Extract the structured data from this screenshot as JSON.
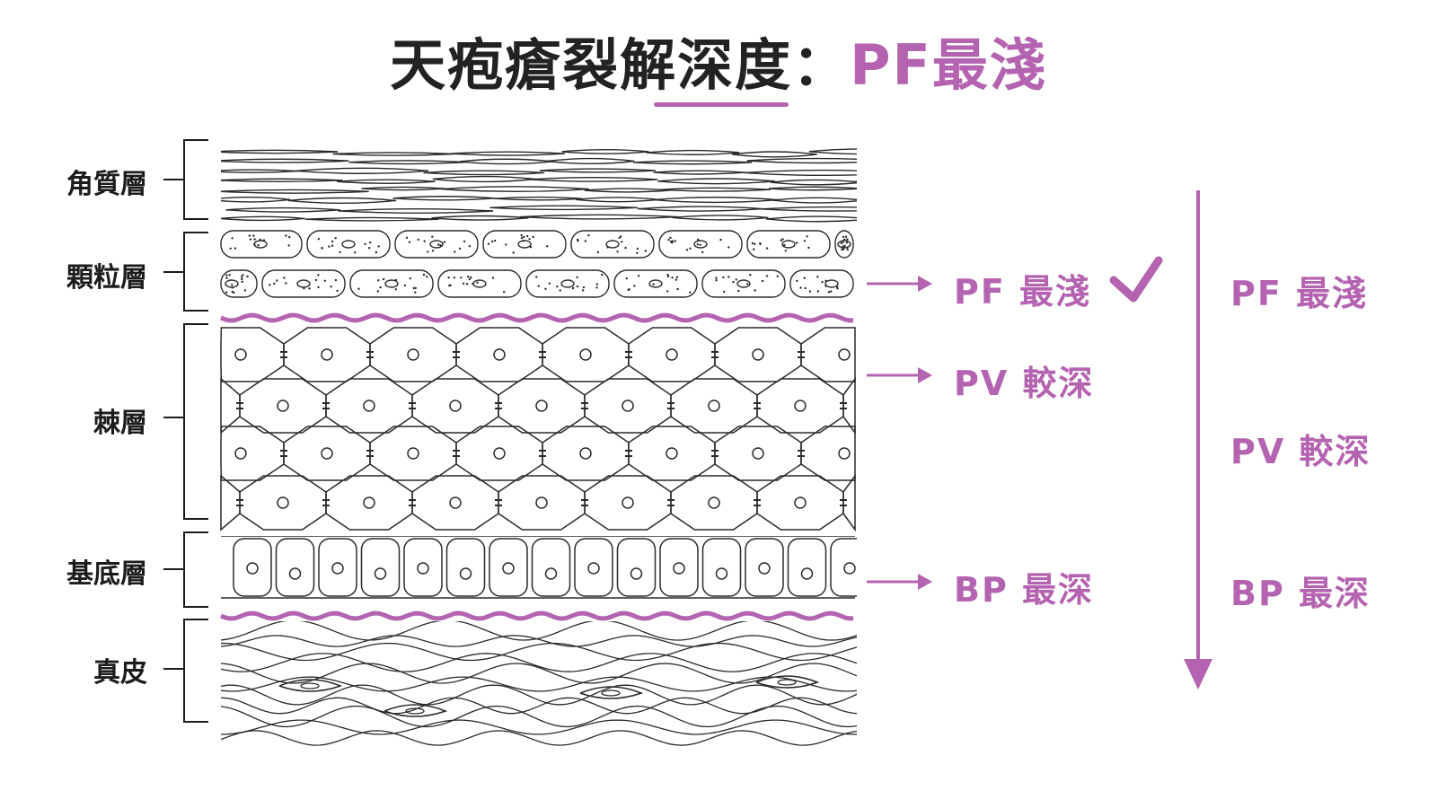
{
  "title": {
    "main": "天疱瘡裂解深度：",
    "accent": "PF最淺"
  },
  "layers": [
    {
      "id": "stratum-corneum",
      "label": "角質層"
    },
    {
      "id": "stratum-granulosum",
      "label": "顆粒層"
    },
    {
      "id": "stratum-spinosum",
      "label": "棘層"
    },
    {
      "id": "stratum-basale",
      "label": "基底層"
    },
    {
      "id": "dermis",
      "label": "真皮"
    }
  ],
  "split_markers": [
    {
      "id": "pf",
      "label": "PF 最淺",
      "checked": true
    },
    {
      "id": "pv",
      "label": "PV 較深",
      "checked": false
    },
    {
      "id": "bp",
      "label": "BP 最深",
      "checked": false
    }
  ],
  "depth_scale": {
    "items": [
      {
        "label": "PF 最淺"
      },
      {
        "label": "PV 較深"
      },
      {
        "label": "BP 最深"
      }
    ]
  },
  "colors": {
    "accent": "#b463b0",
    "ink": "#1c1c1c"
  },
  "icons": {
    "check": "check-icon",
    "arrow": "arrow-right-icon",
    "depth_arrow": "arrow-down-icon"
  }
}
